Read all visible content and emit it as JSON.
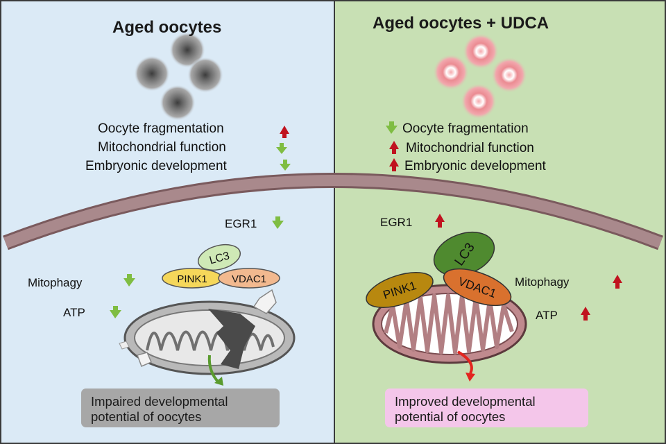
{
  "colors": {
    "left_panel_bg": "#dbeaf6",
    "right_panel_bg": "#c8e0b4",
    "membrane": "#9b7a7d",
    "arrow_up": "#c0131f",
    "arrow_down": "#7fbd42",
    "outcome_left_bg": "#a7a7a7",
    "outcome_right_bg": "#f4c6ea",
    "lc3_left": "#cfe9b6",
    "pink1_left": "#f5d75a",
    "vdac1_left": "#f2b98f",
    "lc3_right": "#4f8a2f",
    "pink1_right": "#b8880f",
    "vdac1_right": "#d9712e"
  },
  "left": {
    "title": "Aged oocytes",
    "facts": [
      "Oocyte fragmentation",
      "Mitochondrial function",
      "Embryonic development"
    ],
    "fact_arrows": [
      "up-arrow",
      "down-arrow",
      "down-arrow"
    ],
    "egr1": "EGR1",
    "lc3": "LC3",
    "pink1": "PINK1",
    "vdac1": "VDAC1",
    "mitophagy": "Mitophagy",
    "atp": "ATP",
    "outcome": "Impaired developmental potential of oocytes"
  },
  "right": {
    "title": "Aged oocytes + UDCA",
    "facts": [
      "Oocyte fragmentation",
      "Mitochondrial function",
      "Embryonic development"
    ],
    "fact_arrows": [
      "down-arrow",
      "up-arrow",
      "up-arrow"
    ],
    "egr1": "EGR1",
    "lc3": "LC3",
    "pink1": "PINK1",
    "vdac1": "VDAC1",
    "mitophagy": "Mitophagy",
    "atp": "ATP",
    "outcome": "Improved developmental potential of oocytes"
  }
}
